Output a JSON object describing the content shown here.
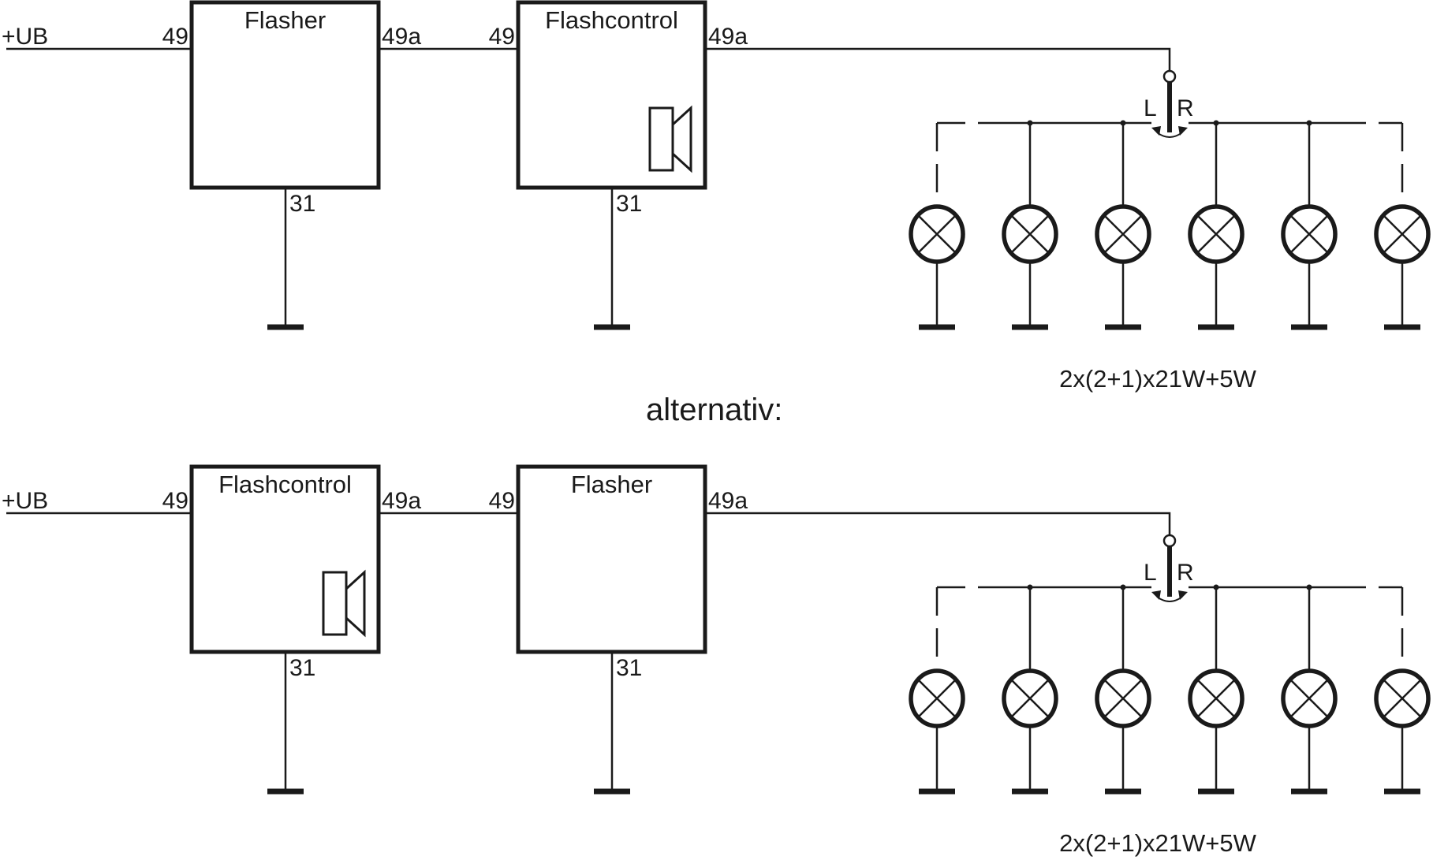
{
  "diagram": {
    "caption_alternative": "alternativ:",
    "sections": [
      {
        "id": "top",
        "supply_label": "+UB",
        "modules": [
          {
            "title": "Flasher",
            "in_pin": "49",
            "out_pin": "49a",
            "ground_pin": "31",
            "has_buzzer": false
          },
          {
            "title": "Flashcontrol",
            "in_pin": "49",
            "out_pin": "49a",
            "ground_pin": "31",
            "has_buzzer": true
          }
        ],
        "switch": {
          "left_label": "L",
          "right_label": "R"
        },
        "lamp_count": 6,
        "lamp_spec": "2x(2+1)x21W+5W"
      },
      {
        "id": "bottom",
        "supply_label": "+UB",
        "modules": [
          {
            "title": "Flashcontrol",
            "in_pin": "49",
            "out_pin": "49a",
            "ground_pin": "31",
            "has_buzzer": true
          },
          {
            "title": "Flasher",
            "in_pin": "49",
            "out_pin": "49a",
            "ground_pin": "31",
            "has_buzzer": false
          }
        ],
        "switch": {
          "left_label": "L",
          "right_label": "R"
        },
        "lamp_count": 6,
        "lamp_spec": "2x(2+1)x21W+5W"
      }
    ]
  }
}
